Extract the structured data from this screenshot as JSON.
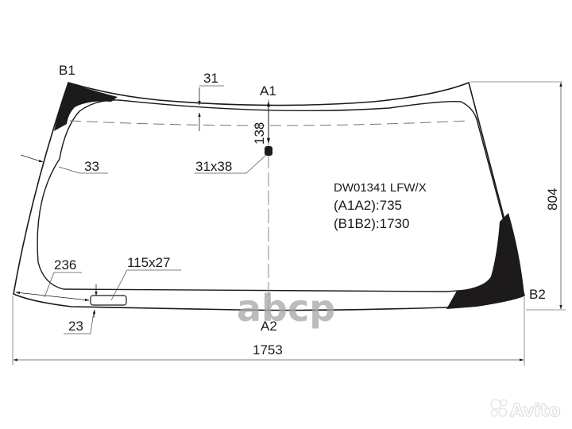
{
  "diagram": {
    "part_code": "DW01341 LFW/X",
    "a1a2": "(A1A2):735",
    "b1b2": "(B1B2):1730",
    "points": {
      "b1": "B1",
      "b2": "B2",
      "a1": "A1",
      "a2": "A2"
    },
    "dimensions": {
      "top_band": "31",
      "sensor_offset": "138",
      "sensor_size": "31x38",
      "side_band": "33",
      "vin_offset": "236",
      "vin_window": "115x27",
      "bottom_band": "23",
      "total_width": "1753",
      "total_height": "804"
    },
    "colors": {
      "line": "#1a1a1a",
      "frit": "#1c1a1a",
      "dim_line": "#555555"
    }
  },
  "watermarks": {
    "center": "abcp",
    "corner": "Avito"
  }
}
